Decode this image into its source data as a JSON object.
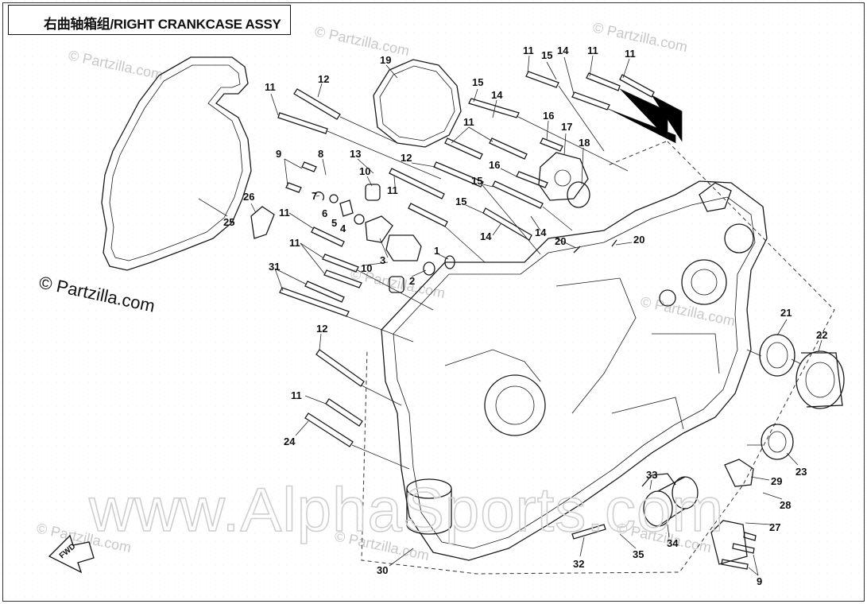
{
  "title": "右曲轴箱组/RIGHT CRANKCASE ASSY",
  "watermarks": {
    "site_small": "© Partzilla.com",
    "site_large": "www.AlphaSports.com",
    "site_left": "© Partzilla.com"
  },
  "fwd_label": "FWD",
  "callouts": [
    {
      "id": "c11a",
      "label": "11"
    },
    {
      "id": "c12a",
      "label": "12"
    },
    {
      "id": "c19",
      "label": "19"
    },
    {
      "id": "c11b",
      "label": "11"
    },
    {
      "id": "c15a",
      "label": "15"
    },
    {
      "id": "c14a",
      "label": "14"
    },
    {
      "id": "c11c",
      "label": "11"
    },
    {
      "id": "c11d",
      "label": "11"
    },
    {
      "id": "c15b",
      "label": "15"
    },
    {
      "id": "c14b",
      "label": "14"
    },
    {
      "id": "c11e",
      "label": "11"
    },
    {
      "id": "c16a",
      "label": "16"
    },
    {
      "id": "c17",
      "label": "17"
    },
    {
      "id": "c18",
      "label": "18"
    },
    {
      "id": "c9a",
      "label": "9"
    },
    {
      "id": "c8",
      "label": "8"
    },
    {
      "id": "c13",
      "label": "13"
    },
    {
      "id": "c12b",
      "label": "12"
    },
    {
      "id": "c10a",
      "label": "10"
    },
    {
      "id": "c11f",
      "label": "11"
    },
    {
      "id": "c15c",
      "label": "15"
    },
    {
      "id": "c16b",
      "label": "16"
    },
    {
      "id": "c7",
      "label": "7"
    },
    {
      "id": "c6",
      "label": "6"
    },
    {
      "id": "c5",
      "label": "5"
    },
    {
      "id": "c4",
      "label": "4"
    },
    {
      "id": "c26",
      "label": "26"
    },
    {
      "id": "c25",
      "label": "25"
    },
    {
      "id": "c11g",
      "label": "11"
    },
    {
      "id": "c15d",
      "label": "15"
    },
    {
      "id": "c14c",
      "label": "14"
    },
    {
      "id": "c14d",
      "label": "14"
    },
    {
      "id": "c20a",
      "label": "20"
    },
    {
      "id": "c20b",
      "label": "20"
    },
    {
      "id": "c11h",
      "label": "11"
    },
    {
      "id": "c3",
      "label": "3"
    },
    {
      "id": "c1",
      "label": "1"
    },
    {
      "id": "c10b",
      "label": "10"
    },
    {
      "id": "c2",
      "label": "2"
    },
    {
      "id": "c31",
      "label": "31"
    },
    {
      "id": "c12c",
      "label": "12"
    },
    {
      "id": "c21",
      "label": "21"
    },
    {
      "id": "c22",
      "label": "22"
    },
    {
      "id": "c11i",
      "label": "11"
    },
    {
      "id": "c24",
      "label": "24"
    },
    {
      "id": "c23",
      "label": "23"
    },
    {
      "id": "c33",
      "label": "33"
    },
    {
      "id": "c29",
      "label": "29"
    },
    {
      "id": "c28",
      "label": "28"
    },
    {
      "id": "c27",
      "label": "27"
    },
    {
      "id": "c34",
      "label": "34"
    },
    {
      "id": "c35",
      "label": "35"
    },
    {
      "id": "c32",
      "label": "32"
    },
    {
      "id": "c30",
      "label": "30"
    },
    {
      "id": "c9b",
      "label": "9"
    }
  ]
}
